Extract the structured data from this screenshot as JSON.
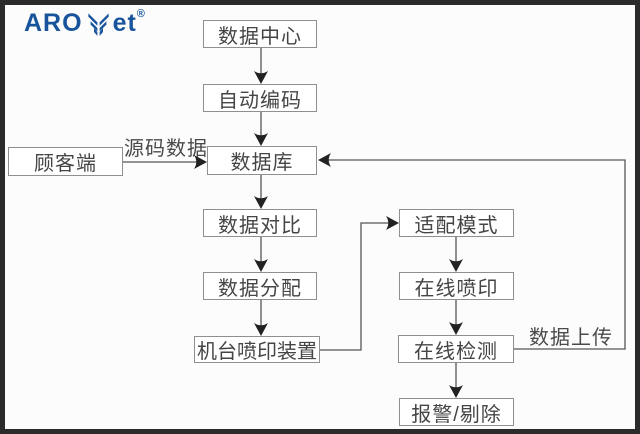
{
  "logo": {
    "text_left": "ARO",
    "text_right": "et",
    "registered_mark": "®",
    "brand_color": "#17549b",
    "icon": "leaf-chevron-icon"
  },
  "colors": {
    "frame": "#2b2b2b",
    "background": "#fcfcfc",
    "box_border": "#8f8f8f",
    "box_text": "#454545",
    "line": "#555555",
    "arrowhead": "#222222"
  },
  "flowchart": {
    "nodes": [
      {
        "id": "data-center",
        "label": "数据中心"
      },
      {
        "id": "auto-encoding",
        "label": "自动编码"
      },
      {
        "id": "customer",
        "label": "顾客端"
      },
      {
        "id": "database",
        "label": "数据库"
      },
      {
        "id": "data-compare",
        "label": "数据对比"
      },
      {
        "id": "data-distribution",
        "label": "数据分配"
      },
      {
        "id": "machine-printer",
        "label": "机台喷印装置"
      },
      {
        "id": "adapt-mode",
        "label": "适配模式"
      },
      {
        "id": "online-printing",
        "label": "在线喷印"
      },
      {
        "id": "online-detection",
        "label": "在线检测"
      },
      {
        "id": "alarm-reject",
        "label": "报警/剔除"
      }
    ],
    "edge_labels": [
      {
        "id": "source-data",
        "label": "源码数据"
      },
      {
        "id": "data-upload",
        "label": "数据上传"
      }
    ]
  }
}
